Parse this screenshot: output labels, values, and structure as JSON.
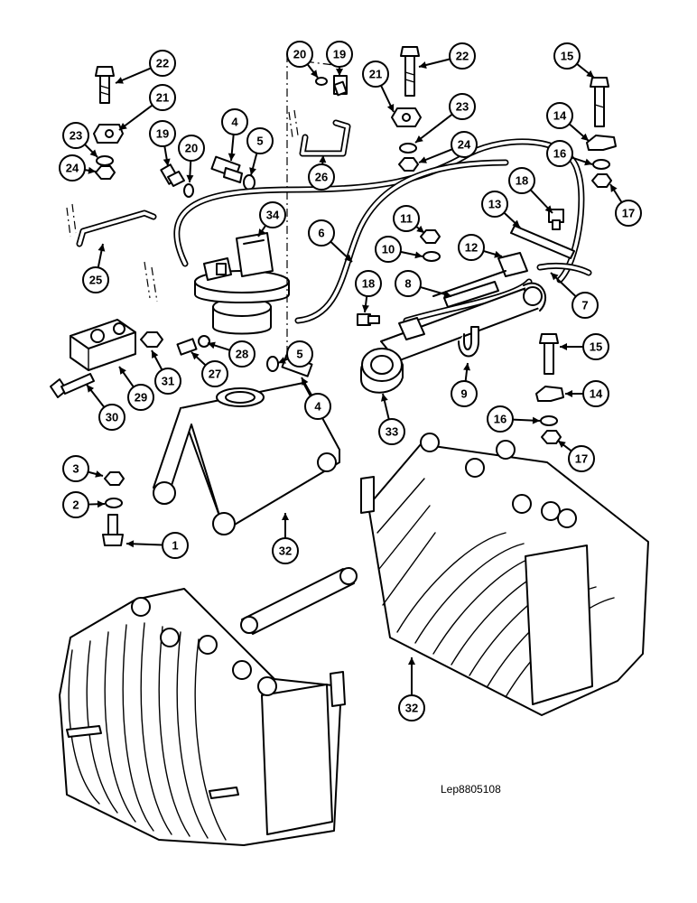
{
  "drawing": {
    "reference": "Lep8805108"
  },
  "callouts": [
    {
      "id": "c1",
      "label": "1"
    },
    {
      "id": "c2",
      "label": "2"
    },
    {
      "id": "c3",
      "label": "3"
    },
    {
      "id": "c4a",
      "label": "4"
    },
    {
      "id": "c4b",
      "label": "4"
    },
    {
      "id": "c5a",
      "label": "5"
    },
    {
      "id": "c5b",
      "label": "5"
    },
    {
      "id": "c6",
      "label": "6"
    },
    {
      "id": "c7",
      "label": "7"
    },
    {
      "id": "c8",
      "label": "8"
    },
    {
      "id": "c9",
      "label": "9"
    },
    {
      "id": "c10",
      "label": "10"
    },
    {
      "id": "c11",
      "label": "11"
    },
    {
      "id": "c12",
      "label": "12"
    },
    {
      "id": "c13",
      "label": "13"
    },
    {
      "id": "c14a",
      "label": "14"
    },
    {
      "id": "c14b",
      "label": "14"
    },
    {
      "id": "c15a",
      "label": "15"
    },
    {
      "id": "c15b",
      "label": "15"
    },
    {
      "id": "c16a",
      "label": "16"
    },
    {
      "id": "c16b",
      "label": "16"
    },
    {
      "id": "c17a",
      "label": "17"
    },
    {
      "id": "c17b",
      "label": "17"
    },
    {
      "id": "c18a",
      "label": "18"
    },
    {
      "id": "c18b",
      "label": "18"
    },
    {
      "id": "c19a",
      "label": "19"
    },
    {
      "id": "c19b",
      "label": "19"
    },
    {
      "id": "c20a",
      "label": "20"
    },
    {
      "id": "c20b",
      "label": "20"
    },
    {
      "id": "c21a",
      "label": "21"
    },
    {
      "id": "c21b",
      "label": "21"
    },
    {
      "id": "c22a",
      "label": "22"
    },
    {
      "id": "c22b",
      "label": "22"
    },
    {
      "id": "c23a",
      "label": "23"
    },
    {
      "id": "c23b",
      "label": "23"
    },
    {
      "id": "c24a",
      "label": "24"
    },
    {
      "id": "c24b",
      "label": "24"
    },
    {
      "id": "c25",
      "label": "25"
    },
    {
      "id": "c26",
      "label": "26"
    },
    {
      "id": "c27",
      "label": "27"
    },
    {
      "id": "c28",
      "label": "28"
    },
    {
      "id": "c29",
      "label": "29"
    },
    {
      "id": "c30",
      "label": "30"
    },
    {
      "id": "c31",
      "label": "31"
    },
    {
      "id": "c32a",
      "label": "32"
    },
    {
      "id": "c32b",
      "label": "32"
    },
    {
      "id": "c33",
      "label": "33"
    },
    {
      "id": "c34",
      "label": "34"
    }
  ]
}
